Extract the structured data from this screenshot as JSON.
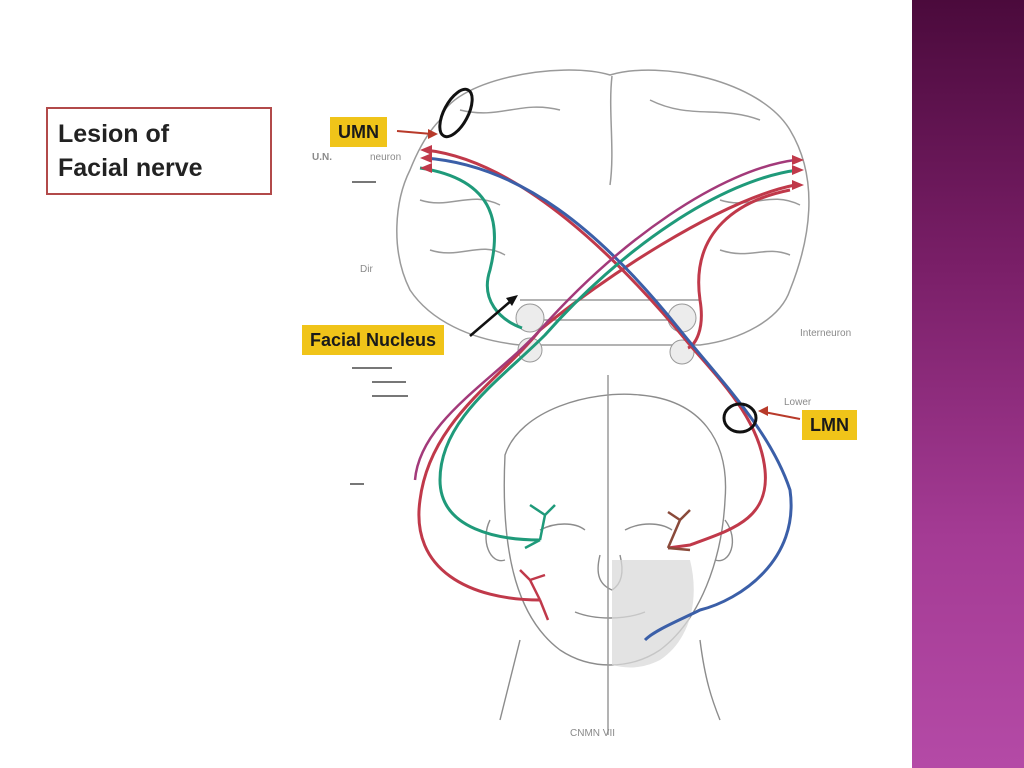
{
  "slide": {
    "title_line1": "Lesion of",
    "title_line2": "Facial nerve",
    "labels": {
      "umn": "UMN",
      "facial_nucleus": "Facial Nucleus",
      "lmn": "LMN"
    },
    "faint_labels": {
      "upper_left_a": "U.N.",
      "upper_left_b": "neuron",
      "dir": "Dir",
      "interneuron": "Interneuron",
      "lower_right": "Lower",
      "footer": "CNMN VII"
    }
  },
  "colors": {
    "side_bar_top": "#4b0a3c",
    "side_bar_bottom": "#b44aa6",
    "tag": "#f0c419",
    "title_border": "#b24a4a",
    "red_tract": "#c0394a",
    "green_tract": "#1f9a7a",
    "blue_tract": "#3b5fa8",
    "arrow": "#b83a2a"
  }
}
